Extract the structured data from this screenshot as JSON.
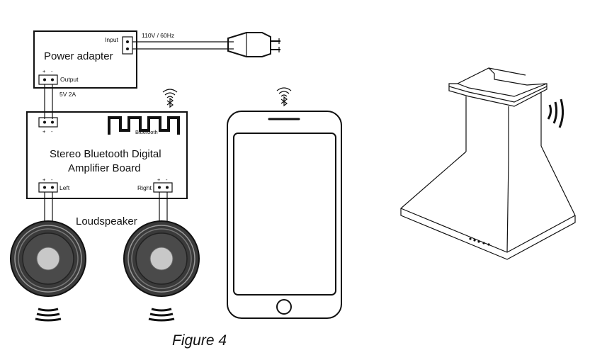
{
  "power_adapter": {
    "title": "Power adapter",
    "input_label": "Input",
    "output_label": "Output",
    "plus": "+",
    "minus": "-"
  },
  "mains_label": "110V / 60Hz",
  "dc_label": "5V 2A",
  "amplifier": {
    "title_line1": "Stereo Bluetooth Digital",
    "title_line2": "Amplifier Board",
    "bluetooth_label": "Bluetooth",
    "left_label": "Left",
    "right_label": "Right",
    "plus": "+",
    "minus": "-"
  },
  "loudspeaker_label": "Loudspeaker",
  "caption": "Figure 4",
  "icons": {
    "bluetooth": "bluetooth-icon",
    "wifi": "wireless-signal-icon",
    "sound": "sound-wave-icon",
    "phone": "smartphone-icon",
    "hood": "range-hood-icon",
    "plug": "power-plug-icon"
  },
  "colors": {
    "line": "#111111",
    "speaker_cone": "#4a4a4a",
    "speaker_cap": "#c8c8c8"
  }
}
